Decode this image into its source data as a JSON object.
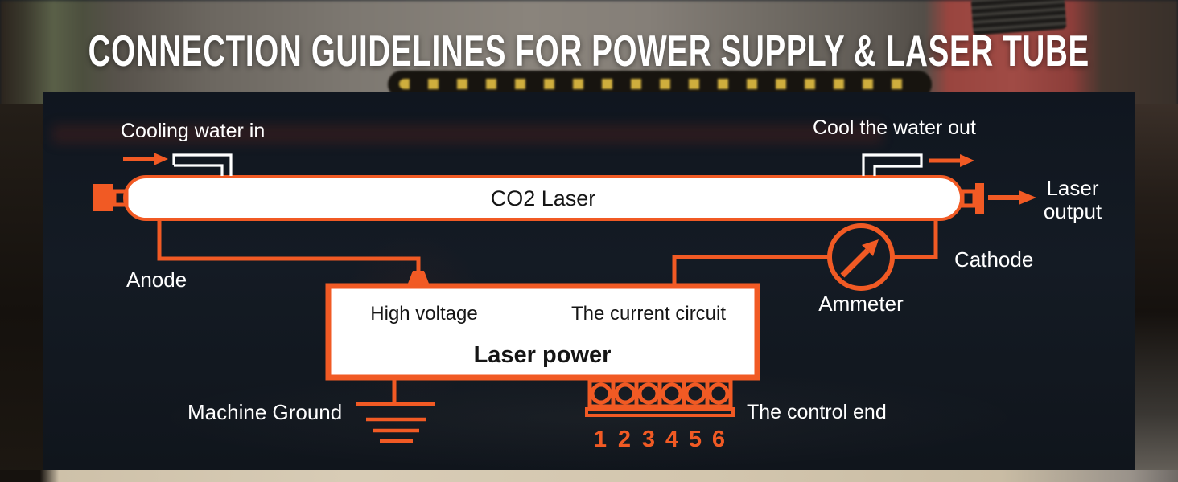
{
  "title": "CONNECTION GUIDELINES FOR POWER SUPPLY & LASER TUBE",
  "colors": {
    "accent_orange": "#F15A24",
    "panel_dark": "#141B24",
    "label_white": "#FFFFFF",
    "label_black": "#151515",
    "table_tan": "#D5C8B2"
  },
  "diagram": {
    "tube_label": "CO2 Laser",
    "labels": {
      "cooling_in": "Cooling water in",
      "cooling_out": "Cool the water out",
      "laser_output_line1": "Laser",
      "laser_output_line2": "output",
      "anode": "Anode",
      "cathode": "Cathode",
      "ammeter": "Ammeter",
      "high_voltage": "High voltage",
      "current_circuit": "The current circuit",
      "laser_power": "Laser power",
      "machine_ground": "Machine Ground",
      "control_end": "The control end"
    },
    "control_pins": [
      "1",
      "2",
      "3",
      "4",
      "5",
      "6"
    ]
  }
}
